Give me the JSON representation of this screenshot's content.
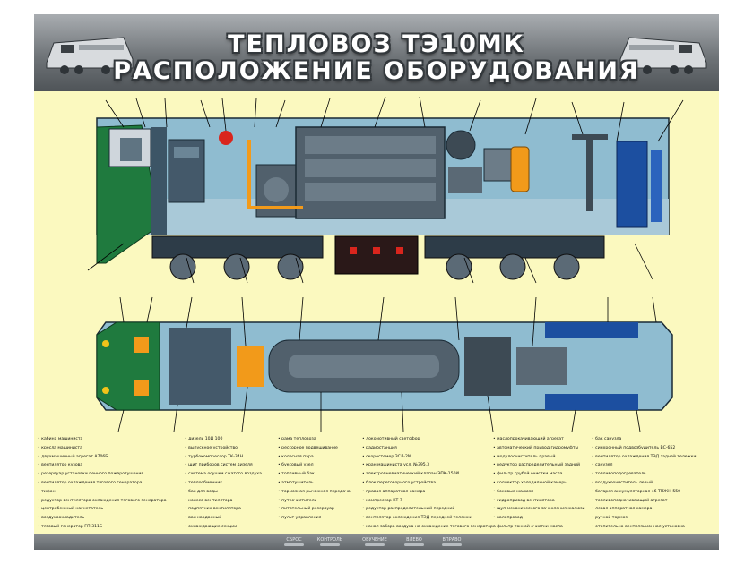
{
  "header": {
    "title_line1": "ТЕПЛОВОЗ ТЭ10МК",
    "title_line2": "РАСПОЛОЖЕНИЕ ОБОРУДОВАНИЯ"
  },
  "colors": {
    "background": "#fbf9bf",
    "body_blue": "#8fbcd0",
    "engine_steel": "#51606c",
    "cab_green": "#1f7a3e",
    "accent_orange": "#f29a1a",
    "accent_red": "#d9251d",
    "radiator_blue": "#1c4fa0",
    "header_gray": "#6f7478"
  },
  "legend": {
    "columns": [
      [
        "кабина машиниста",
        "кресла машиниста",
        "двухмашинный агрегат А706Б",
        "вентилятор кузова",
        "резервуар установки пенного пожаротушения",
        "вентилятор охлаждения тягового генератора",
        "тифон",
        "редуктор вентилятора охлаждения тягового генератора",
        "центробежный нагнетатель",
        "воздухоохладитель",
        "тяговый генератор ГП-311Б"
      ],
      [
        "дизель 10Д 100",
        "выпускное устройство",
        "турбокомпрессор ТК-34Н",
        "щит приборов систем дизеля",
        "система осушки сжатого воздуха",
        "теплообменник",
        "бак для воды",
        "колесо вентилятора",
        "подпятник вентилятора",
        "вал карданный",
        "охлаждающие секции"
      ],
      [
        "рама тепловоза",
        "рессорное подвешивание",
        "колесная пара",
        "буксовый узел",
        "топливный бак",
        "атмотушитель",
        "тормозная рычажная передача",
        "путеочиститель",
        "питательный резервуар",
        "пульт управления"
      ],
      [
        "локомотивный светофор",
        "радиостанция",
        "скоростемер ЗСЛ-2М",
        "кран машиниста усл. №395.3",
        "электропневматический клапан ЭПК-150И",
        "блок переговорного устройства",
        "правая аппаратная камера",
        "компрессор КТ-7",
        "редуктор распределительный передний",
        "вентилятор охлаждения ТЭД передней тележки",
        "канал забора воздуха на охлаждение тягового генератора"
      ],
      [
        "маслопрокачивающий агрегат",
        "автоматический привод гидромуфты",
        "модулоочиститель правый",
        "редуктор распределительный задний",
        "фильтр грубой очистки масла",
        "коллектор холодильной камеры",
        "боковые жалюзи",
        "гидропривод вентилятора",
        "щуп механического зачехления жалюзи",
        "валопровод",
        "фильтр тонкой очистки масла"
      ],
      [
        "бак санузла",
        "синхронный подвозбудитель ВС-652",
        "вентилятор охлаждения ТЭД задней тележки",
        "санузел",
        "топливоподогреватель",
        "воздухоочиститель левый",
        "батарея аккумуляторная 46 ТПЖН-550",
        "топливоподкачивающий агрегат",
        "левая аппаратная камера",
        "ручной тормоз",
        "отопительно-вентиляционная установка"
      ]
    ]
  },
  "footer": {
    "buttons": [
      "СБРОС",
      "КОНТРОЛЬ",
      "ОБУЧЕНИЕ",
      "ВЛЕВО",
      "ВПРАВО"
    ]
  }
}
